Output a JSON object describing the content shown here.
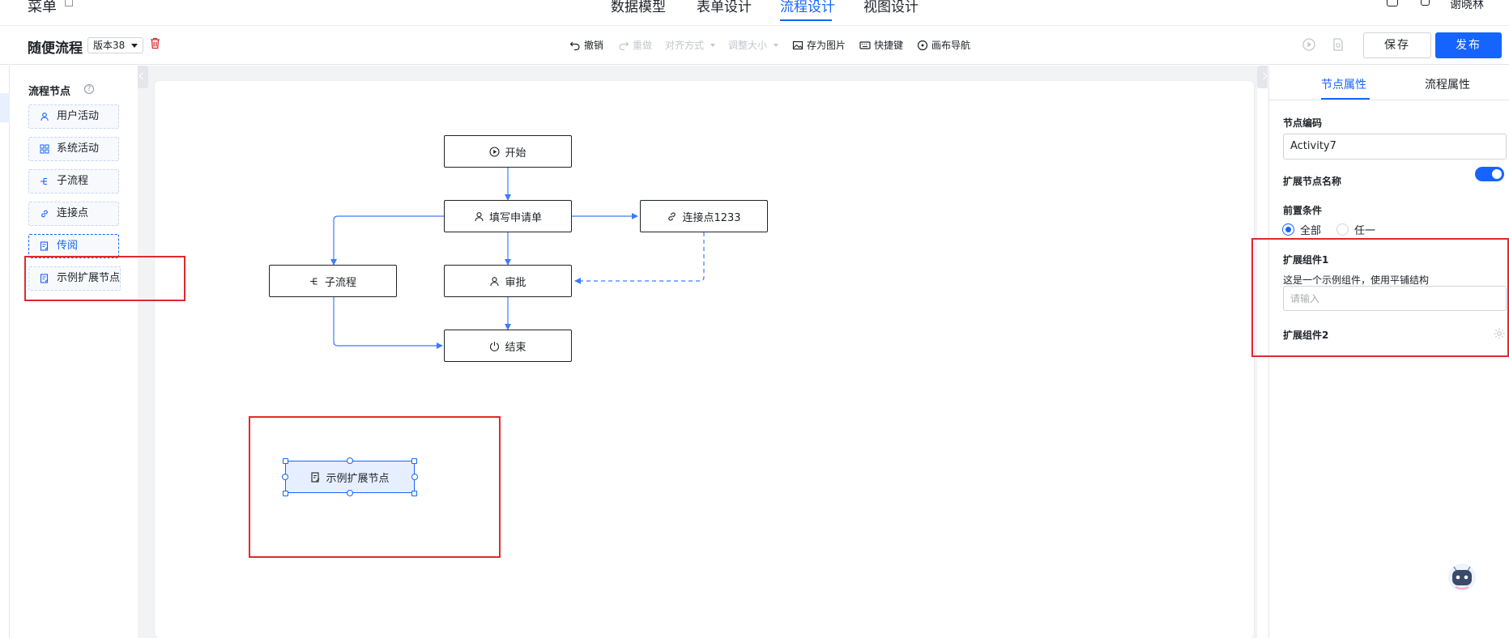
{
  "app": {
    "title": "菜单"
  },
  "nav": {
    "tabs": [
      "数据模型",
      "表单设计",
      "流程设计",
      "视图设计"
    ],
    "active": "流程设计",
    "user": "谢晓林"
  },
  "toolbar": {
    "flow_name": "随便流程",
    "version": "版本38",
    "undo": "撤销",
    "redo": "重做",
    "align": "对齐方式",
    "resize": "调整大小",
    "save_image": "存为图片",
    "shortcuts": "快捷键",
    "canvas_nav": "画布导航",
    "save": "保存",
    "publish": "发布"
  },
  "left_panel": {
    "title": "流程节点",
    "items": [
      "用户活动",
      "系统活动",
      "子流程",
      "连接点",
      "传阅",
      "示例扩展节点"
    ]
  },
  "flow": {
    "start": "开始",
    "fill_form": "填写申请单",
    "connector": "连接点1233",
    "subprocess": "子流程",
    "approve": "审批",
    "end": "结束",
    "ext_node": "示例扩展节点"
  },
  "right_panel": {
    "tabs": [
      "节点属性",
      "流程属性"
    ],
    "node_code_label": "节点编码",
    "node_code_value": "Activity7",
    "ext_name_label": "扩展节点名称",
    "ext_name_toggle": true,
    "precondition_label": "前置条件",
    "opt_all": "全部",
    "opt_any": "任一",
    "ext1_label": "扩展组件1",
    "ext1_desc": "这是一个示例组件，使用平铺结构",
    "ext1_placeholder": "请输入",
    "ext2_label": "扩展组件2"
  },
  "colors": {
    "accent": "#1664ff",
    "highlight": "#e0292e"
  }
}
